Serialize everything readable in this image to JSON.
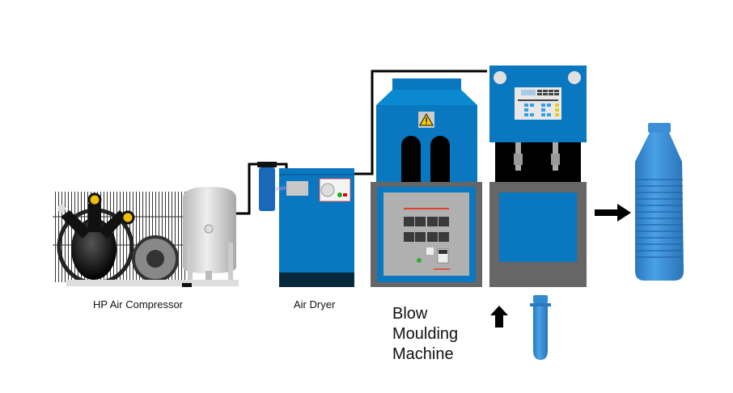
{
  "labels": {
    "compressor": "HP Air Compressor",
    "dryer": "Air Dryer",
    "machine_line1": "Blow",
    "machine_line2": "Moulding",
    "machine_line3": "Machine",
    "filter_tag": "path"
  },
  "colors": {
    "machine_blue": "#0a78c0",
    "dark_gray": "#666666",
    "panel_gray": "#b0b0b0",
    "bottle_blue": "#3a8fd8",
    "dryer_base": "#062a3c"
  }
}
